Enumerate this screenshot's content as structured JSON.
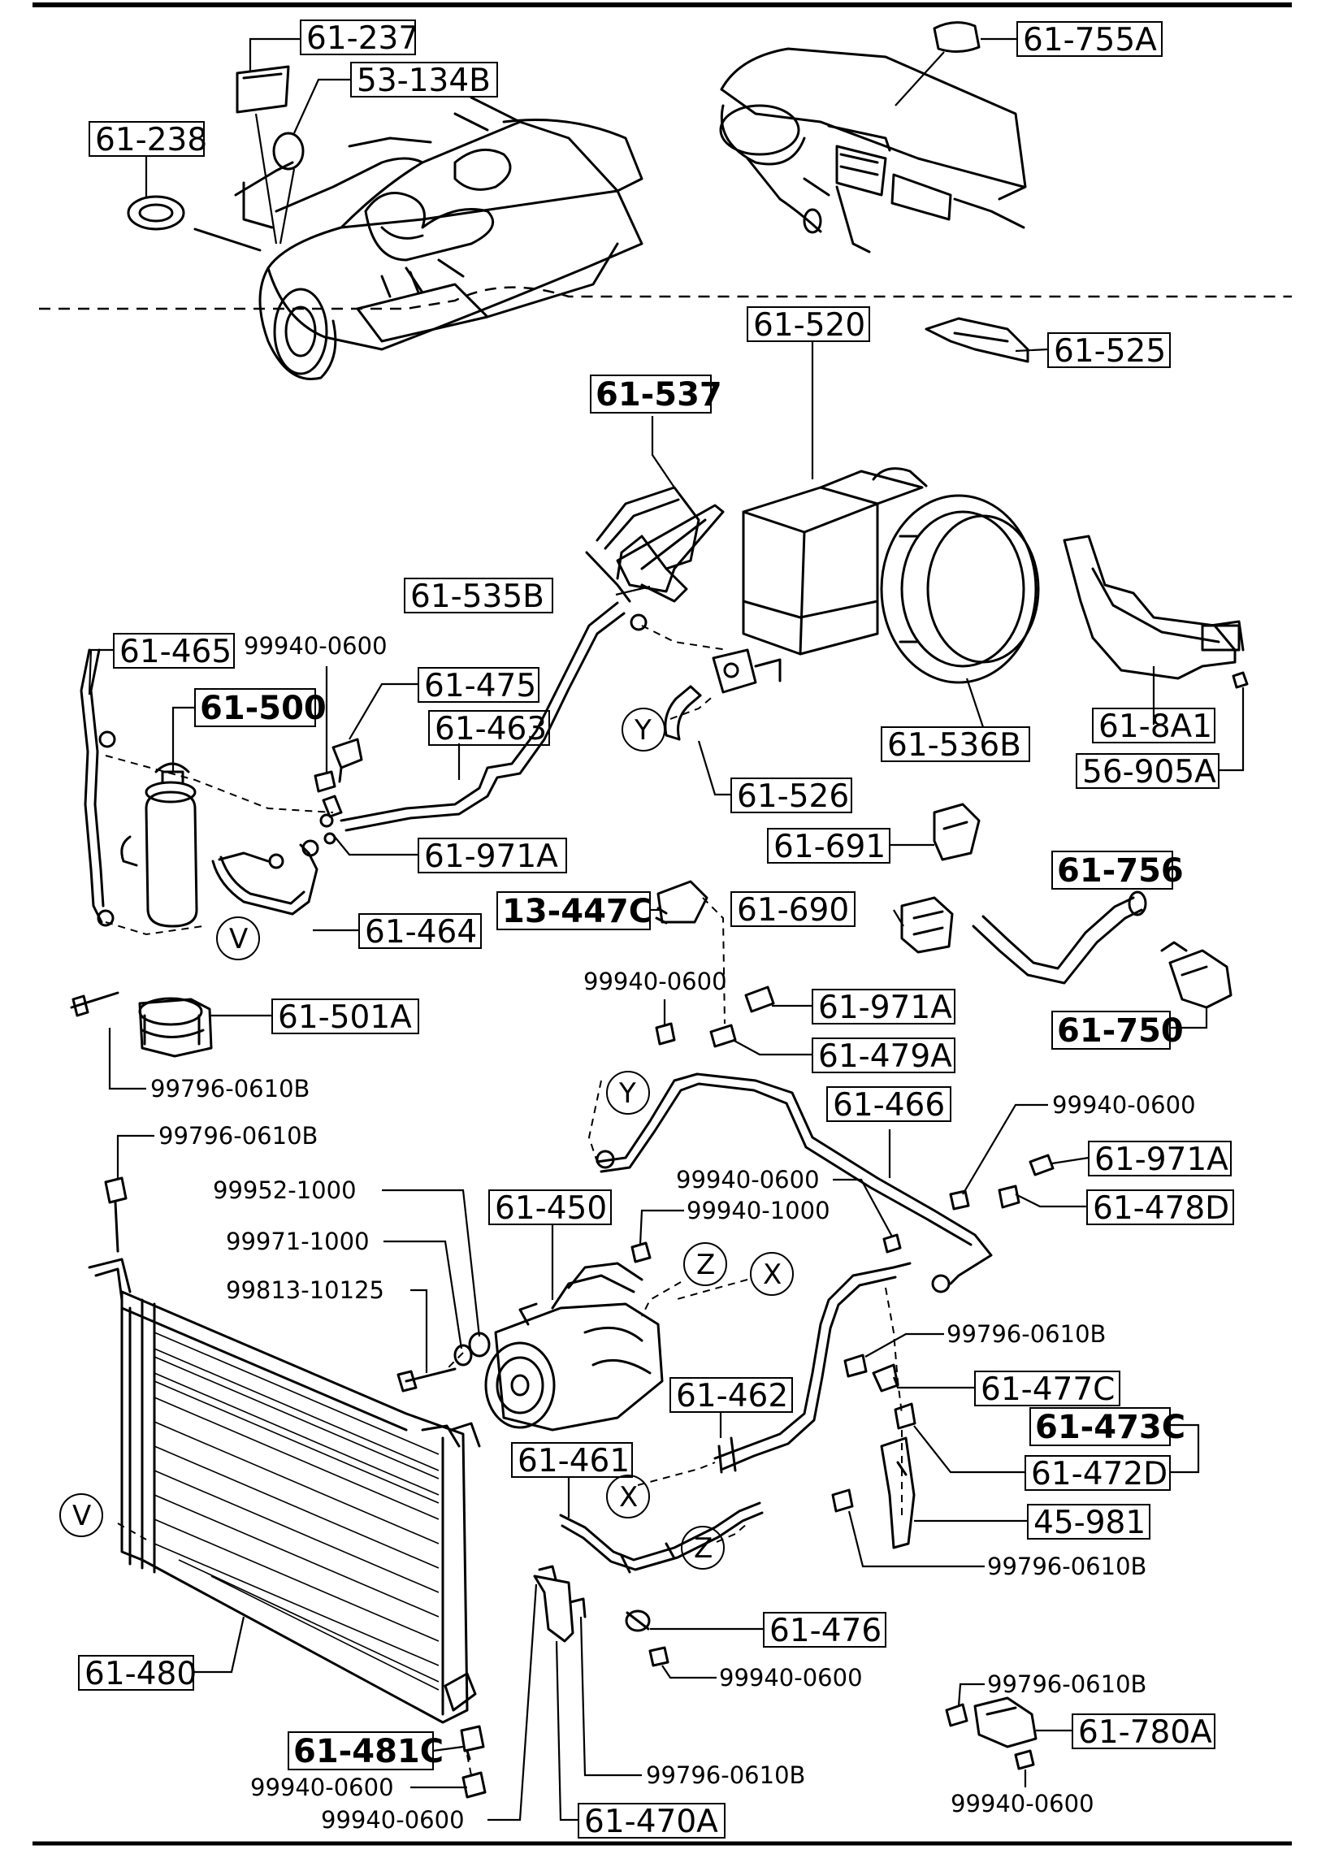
{
  "diagram": {
    "labels": {
      "l_61_237": "61-237",
      "l_53_134b": "53-134B",
      "l_61_238": "61-238",
      "l_61_755a": "61-755A",
      "l_61_537": "61-537",
      "l_61_520": "61-520",
      "l_61_525": "61-525",
      "l_61_535b": "61-535B",
      "l_61_465": "61-465",
      "l_99940_0600_a": "99940-0600",
      "l_61_475": "61-475",
      "l_61_500": "61-500",
      "l_61_463": "61-463",
      "l_61_536b": "61-536B",
      "l_61_8a1": "61-8A1",
      "l_56_905a": "56-905A",
      "l_61_526": "61-526",
      "l_61_971a_a": "61-971A",
      "l_61_691": "61-691",
      "l_61_756": "61-756",
      "l_61_464": "61-464",
      "l_13_447c": "13-447C",
      "l_61_690": "61-690",
      "l_99940_0600_b": "99940-0600",
      "l_61_971a_b": "61-971A",
      "l_61_501a": "61-501A",
      "l_61_750": "61-750",
      "l_61_479a": "61-479A",
      "l_99796_0610b_a": "99796-0610B",
      "l_61_466": "61-466",
      "l_99940_0600_c": "99940-0600",
      "l_99796_0610b_b": "99796-0610B",
      "l_61_971a_c": "61-971A",
      "l_99952_1000": "99952-1000",
      "l_99940_0600_d": "99940-0600",
      "l_61_478d": "61-478D",
      "l_61_450": "61-450",
      "l_99940_1000": "99940-1000",
      "l_99971_1000": "99971-1000",
      "l_99813_10125": "99813-10125",
      "l_99796_0610b_c": "99796-0610B",
      "l_61_477c": "61-477C",
      "l_61_462": "61-462",
      "l_61_473c": "61-473C",
      "l_61_461": "61-461",
      "l_61_472d": "61-472D",
      "l_45_981": "45-981",
      "l_99796_0610b_d": "99796-0610B",
      "l_61_476": "61-476",
      "l_61_480": "61-480",
      "l_99940_0600_e": "99940-0600",
      "l_99796_0610b_e": "99796-0610B",
      "l_61_780a": "61-780A",
      "l_61_481c": "61-481C",
      "l_99796_0610b_f": "99796-0610B",
      "l_99940_0600_f": "99940-0600",
      "l_99940_0600_g": "99940-0600",
      "l_61_470a": "61-470A",
      "l_99940_0600_h": "99940-0600"
    },
    "callouts": {
      "y1": "Y",
      "v1": "V",
      "y2": "Y",
      "z1": "Z",
      "x1": "X",
      "x2": "X",
      "z2": "Z",
      "v2": "V"
    }
  }
}
